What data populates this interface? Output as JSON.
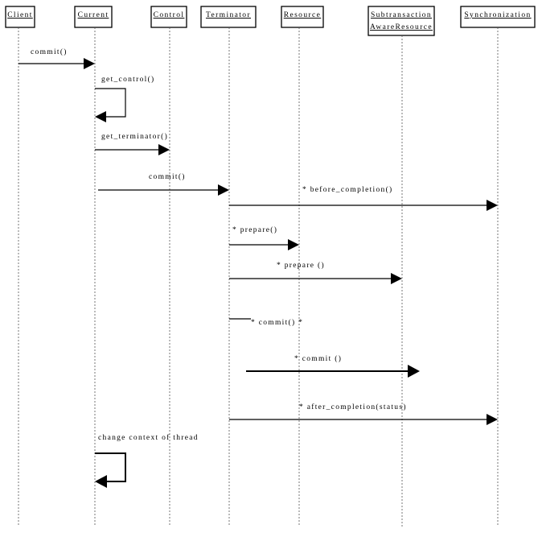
{
  "objects": [
    {
      "id": "client",
      "label": [
        "Client"
      ]
    },
    {
      "id": "current",
      "label": [
        "Current"
      ]
    },
    {
      "id": "control",
      "label": [
        "Control"
      ]
    },
    {
      "id": "terminator",
      "label": [
        "Terminator"
      ]
    },
    {
      "id": "resource",
      "label": [
        "Resource"
      ]
    },
    {
      "id": "subtransaction-aware-resource",
      "label": [
        "Subtransaction",
        "AwareResource"
      ]
    },
    {
      "id": "synchronization",
      "label": [
        "Synchronization"
      ]
    }
  ],
  "messages": [
    {
      "id": "commit-1",
      "label": "commit()",
      "from": "client",
      "to": "current"
    },
    {
      "id": "get-control",
      "label": "get_control()",
      "from": "current",
      "to": "current",
      "self": true
    },
    {
      "id": "get-terminator",
      "label": "get_terminator()",
      "from": "current",
      "to": "control"
    },
    {
      "id": "commit-2",
      "label": "commit()",
      "from": "current",
      "to": "terminator"
    },
    {
      "id": "before-completion",
      "label": "* before_completion()",
      "from": "terminator",
      "to": "synchronization"
    },
    {
      "id": "prepare-1",
      "label": "* prepare()",
      "from": "terminator",
      "to": "resource"
    },
    {
      "id": "prepare-2",
      "label": "* prepare ()",
      "from": "terminator",
      "to": "subtransaction-aware-resource"
    },
    {
      "id": "commit-3",
      "label": "* commit() *",
      "from": "terminator",
      "to": "resource",
      "short": true
    },
    {
      "id": "commit-4",
      "label": "* commit ()",
      "from": "terminator",
      "to": "subtransaction-aware-resource",
      "thick": true
    },
    {
      "id": "after-completion",
      "label": "* after_completion(status)",
      "from": "terminator",
      "to": "synchronization"
    },
    {
      "id": "change-context",
      "label": "change context of thread",
      "from": "current",
      "to": "current",
      "self": true,
      "thick": true
    }
  ]
}
